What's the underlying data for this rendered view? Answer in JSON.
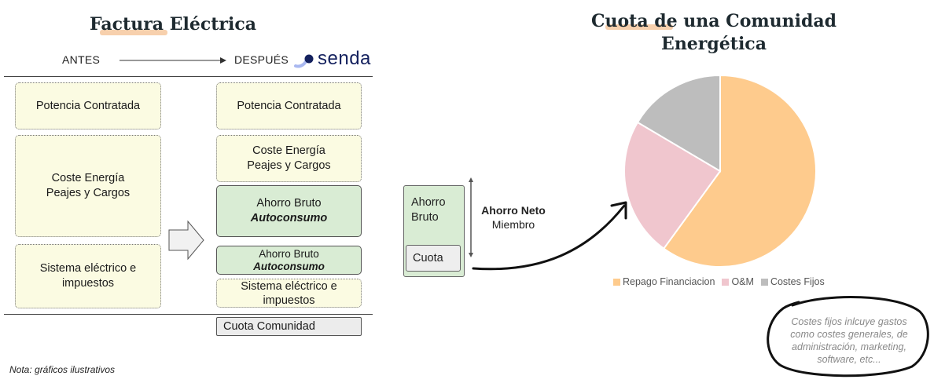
{
  "left": {
    "title": "Factura Eléctrica",
    "antes": "ANTES",
    "despues": "DESPUÉS",
    "brand": "senda",
    "before_boxes": {
      "potencia": "Potencia Contratada",
      "coste_1": "Coste Energía",
      "coste_2": "Peajes y Cargos",
      "sistema_1": "Sistema eléctrico e",
      "sistema_2": "impuestos"
    },
    "after_boxes": {
      "potencia": "Potencia Contratada",
      "coste_1": "Coste Energía",
      "coste_2": "Peajes y Cargos",
      "ahorro_1_a": "Ahorro Bruto",
      "ahorro_1_b": "Autoconsumo",
      "ahorro_2_a": "Ahorro Bruto",
      "ahorro_2_b": "Autoconsumo",
      "sistema_1": "Sistema eléctrico e",
      "sistema_2": "impuestos",
      "cuota": "Cuota Comunidad"
    },
    "note": "Nota: gráficos ilustrativos"
  },
  "middle": {
    "ahorro_bruto_1": "Ahorro",
    "ahorro_bruto_2": "Bruto",
    "cuota": "Cuota",
    "neto_1": "Ahorro Neto",
    "neto_2": "Miembro"
  },
  "right": {
    "title_1": "Cuota de una Comunidad",
    "title_2": "Energética",
    "callout_1": "Costes fijos inlcuye gastos",
    "callout_2": "como costes generales, de",
    "callout_3": "administración, marketing,",
    "callout_4": "software, etc..."
  },
  "chart_data": {
    "type": "pie",
    "title": "Cuota de una Comunidad Energética",
    "legend_position": "bottom",
    "slices": [
      {
        "label": "Repago Financiacion",
        "value": 60,
        "color": "#fecb8d"
      },
      {
        "label": "O&M",
        "value": 23.5,
        "color": "#f0c6ce"
      },
      {
        "label": "Costes Fijos",
        "value": 16.5,
        "color": "#bdbdbd"
      }
    ]
  }
}
